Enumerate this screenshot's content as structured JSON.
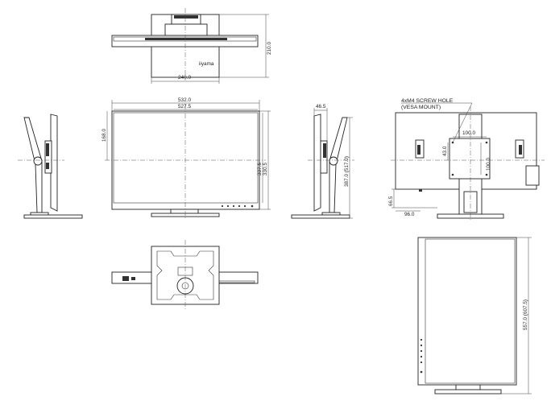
{
  "top_view": {
    "width": "240.0",
    "depth": "210.0",
    "logo": "iiyama"
  },
  "front_view": {
    "panel_width": "532.0",
    "screen_width": "527.5",
    "half_height": "168.0",
    "screen_height": "337.5",
    "panel_height": "330.5"
  },
  "side_view": {
    "thickness": "46.5",
    "total_height": "387.0 (517.0)"
  },
  "rear_view": {
    "screw_note_line1": "4xM4 SCREW HOLE",
    "screw_note_line2": "(VESA MOUNT)",
    "vesa_width": "100.0",
    "vesa_height": "100.0",
    "mount_offset": "43.0",
    "bottom_offset": "96.0",
    "bottom_height": "66.5"
  },
  "pivot_view": {
    "height": "557.0 (607.5)"
  }
}
